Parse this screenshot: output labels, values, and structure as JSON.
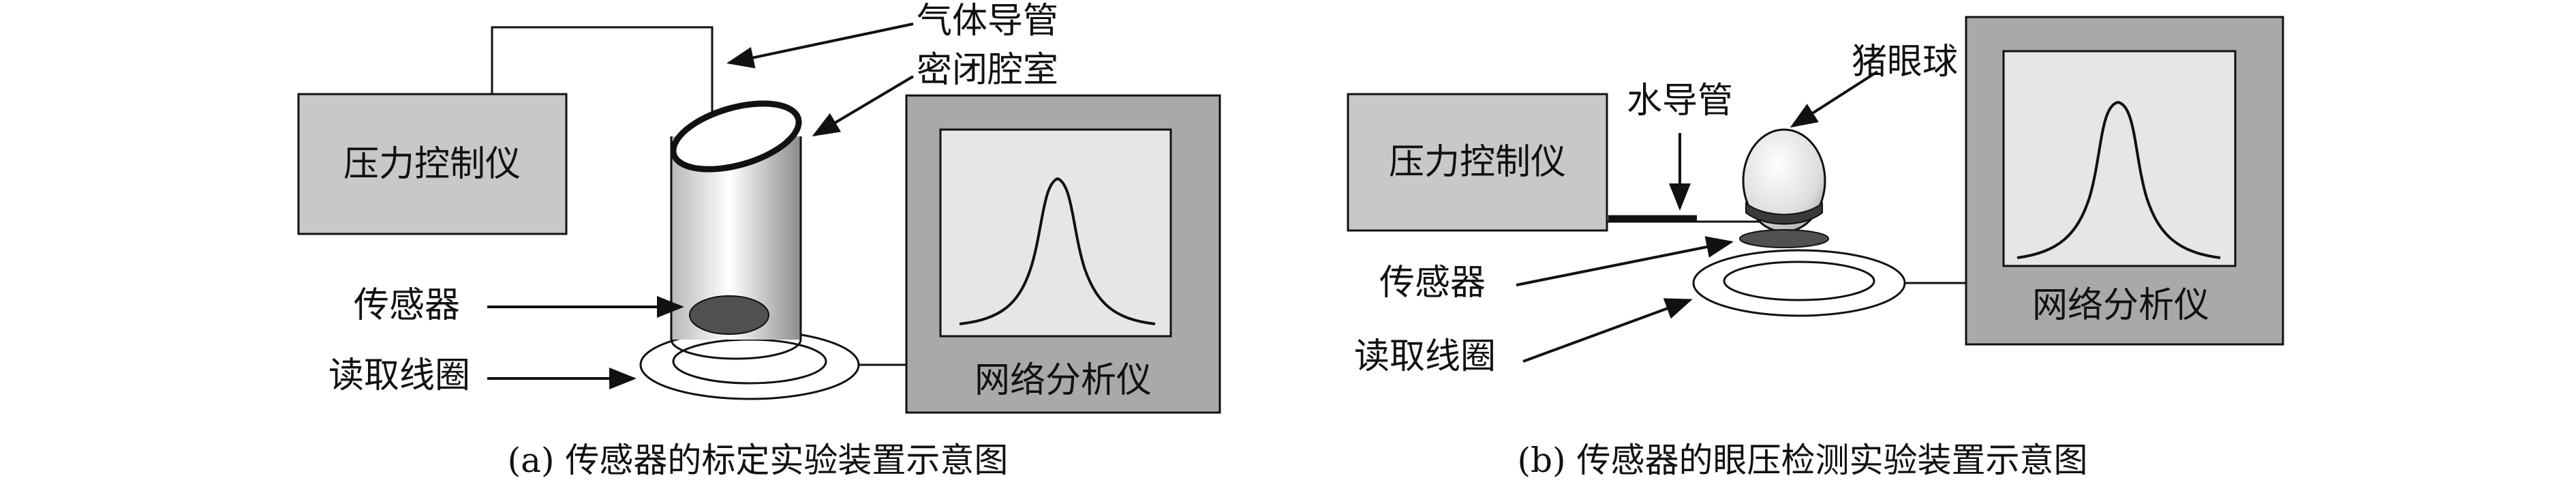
{
  "diagram_a": {
    "pressure_controller": "压力控制仪",
    "gas_tube": "气体导管",
    "sealed_chamber": "密闭腔室",
    "sensor": "传感器",
    "readout_coil": "读取线圈",
    "network_analyzer": "网络分析仪",
    "caption": "(a) 传感器的标定实验装置示意图"
  },
  "diagram_b": {
    "pressure_controller": "压力控制仪",
    "water_tube": "水导管",
    "pig_eye": "猪眼球",
    "sensor": "传感器",
    "readout_coil": "读取线圈",
    "network_analyzer": "网络分析仪",
    "caption": "(b) 传感器的眼压检测实验装置示意图"
  },
  "colors": {
    "box_fill": "#c8c8c8",
    "analyzer_outer": "#a9a9a9",
    "analyzer_inner": "#e6e6e6",
    "sensor_fill": "#505050",
    "line": "#111111"
  }
}
